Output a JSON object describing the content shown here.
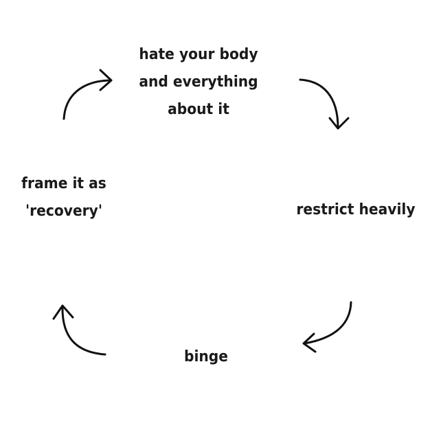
{
  "diagram": {
    "nodes": [
      {
        "id": "top",
        "lines": [
          "hate your body",
          "and everything",
          "about it"
        ]
      },
      {
        "id": "right",
        "lines": [
          "restrict heavily"
        ]
      },
      {
        "id": "bottom",
        "lines": [
          "binge"
        ]
      },
      {
        "id": "left",
        "lines": [
          "frame it as",
          "'recovery'"
        ]
      }
    ],
    "edges": [
      {
        "from": "top",
        "to": "right"
      },
      {
        "from": "right",
        "to": "bottom"
      },
      {
        "from": "bottom",
        "to": "left"
      },
      {
        "from": "left",
        "to": "top"
      }
    ],
    "colors": {
      "text": "#1a1a1a",
      "arrow": "#111111",
      "background": "#ffffff"
    }
  }
}
